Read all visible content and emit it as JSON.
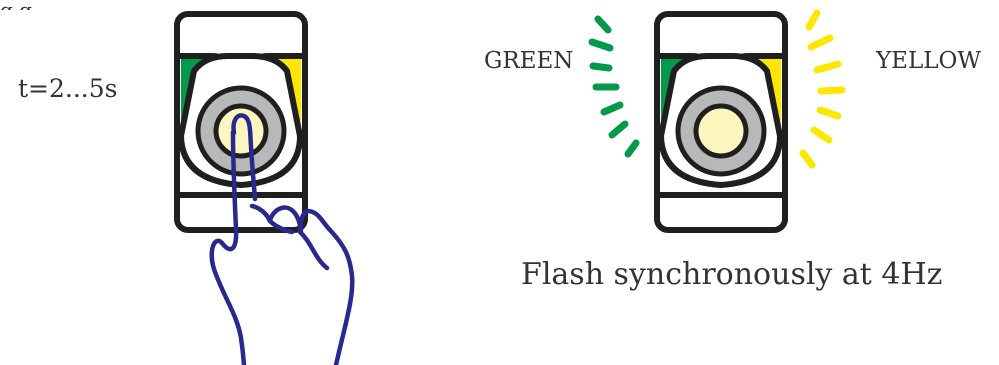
{
  "step": {
    "time_label": "t=2...5s"
  },
  "lamps": {
    "green_label": "GREEN",
    "yellow_label": "YELLOW",
    "colors": {
      "frame": "#222222",
      "green": "#009a49",
      "yellow": "#ffe600",
      "button_ring": "#b8b8b8",
      "button_center": "#fff6bf",
      "hand": "#2b2a8f"
    }
  },
  "caption": "Flash synchronously at 4Hz"
}
